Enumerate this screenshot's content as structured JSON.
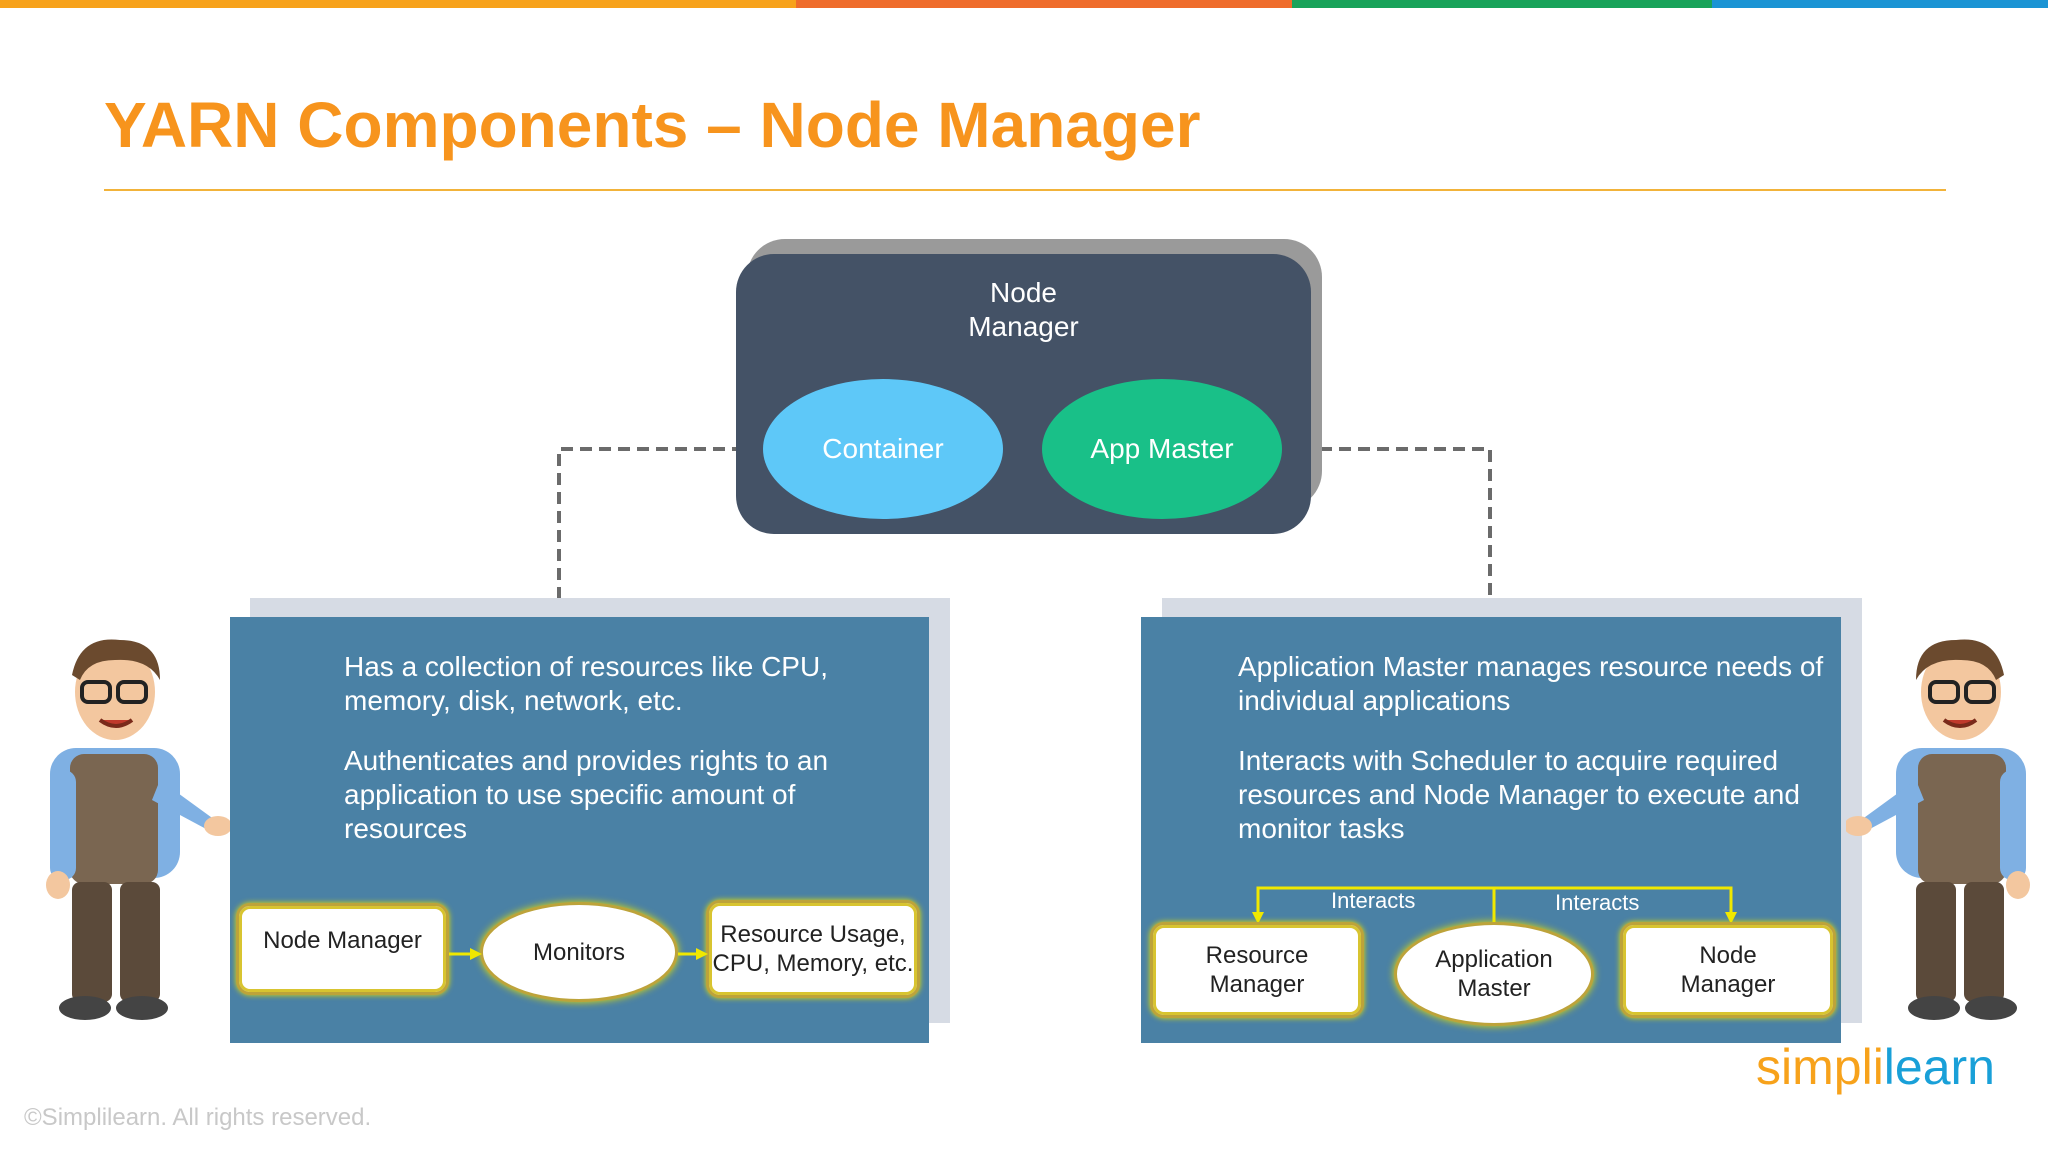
{
  "colors": {
    "topbar": [
      "#f7a21b",
      "#ef6c2b",
      "#19a35a",
      "#1b94d4"
    ],
    "title": "#f7941d",
    "node_manager_box": "#445266",
    "container": "#5ec8f8",
    "app_master": "#19c088",
    "panel": "#4a81a5",
    "connector_flow": "#f0e800"
  },
  "title": "YARN Components – Node Manager",
  "node_manager": {
    "label_line1": "Node",
    "label_line2": "Manager",
    "container_label": "Container",
    "app_master_label": "App Master"
  },
  "left_panel": {
    "para1": "Has a collection of resources like CPU, memory, disk, network, etc.",
    "para2": "Authenticates and provides rights to an application to use specific amount of resources",
    "flow": {
      "box1": "Node Manager",
      "ellipse": "Monitors",
      "box2_line1": "Resource Usage,",
      "box2_line2": "CPU, Memory, etc."
    }
  },
  "right_panel": {
    "para1": "Application Master manages resource needs of individual applications",
    "para2": "Interacts with Scheduler to acquire required resources and Node Manager to execute and monitor tasks",
    "flow": {
      "interacts_left": "Interacts",
      "interacts_right": "Interacts",
      "box1_line1": "Resource",
      "box1_line2": "Manager",
      "ellipse_line1": "Application",
      "ellipse_line2": "Master",
      "box2_line1": "Node",
      "box2_line2": "Manager"
    }
  },
  "footer": "©Simplilearn. All rights reserved.",
  "logo": {
    "part1": "simpl",
    "part2": "i",
    "part3": "learn"
  },
  "icons": [
    "presenter-left-illustration",
    "presenter-right-illustration"
  ]
}
